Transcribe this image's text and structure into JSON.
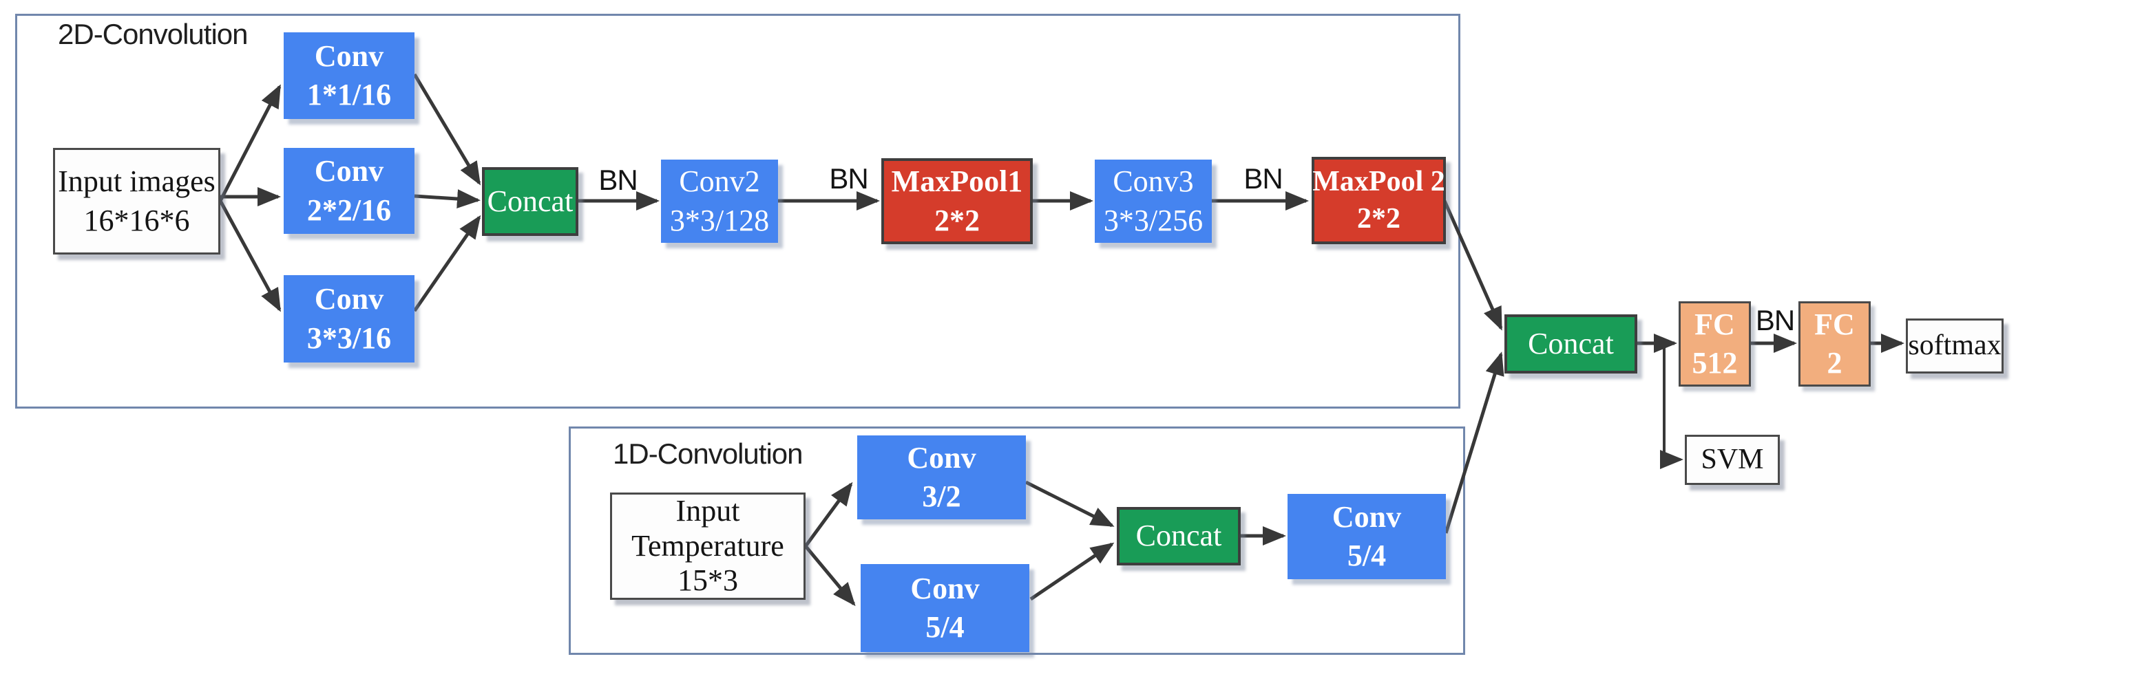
{
  "groups": {
    "conv2d": {
      "label": "2D-Convolution"
    },
    "conv1d": {
      "label": "1D-Convolution"
    }
  },
  "nodes": {
    "input_images": {
      "line1": "Input images",
      "line2": "16*16*6"
    },
    "conv_1x1": {
      "line1": "Conv",
      "line2": "1*1/16"
    },
    "conv_2x2": {
      "line1": "Conv",
      "line2": "2*2/16"
    },
    "conv_3x3": {
      "line1": "Conv",
      "line2": "3*3/16"
    },
    "concat_2d": {
      "label": "Concat"
    },
    "conv2": {
      "line1": "Conv2",
      "line2": "3*3/128"
    },
    "maxpool1": {
      "line1": "MaxPool1",
      "line2": "2*2"
    },
    "conv3": {
      "line1": "Conv3",
      "line2": "3*3/256"
    },
    "maxpool2": {
      "line1": "MaxPool 2",
      "line2": "2*2"
    },
    "concat_main": {
      "label": "Concat"
    },
    "fc512": {
      "line1": "FC",
      "line2": "512"
    },
    "fc2": {
      "line1": "FC",
      "line2": "2"
    },
    "softmax": {
      "label": "softmax"
    },
    "svm": {
      "label": "SVM"
    },
    "input_temperature": {
      "line1": "Input",
      "line2": "Temperature",
      "line3": "15*3"
    },
    "conv_3_2": {
      "line1": "Conv",
      "line2": "3/2"
    },
    "conv_5_4a": {
      "line1": "Conv",
      "line2": "5/4"
    },
    "concat_1d": {
      "label": "Concat"
    },
    "conv_5_4b": {
      "line1": "Conv",
      "line2": "5/4"
    }
  },
  "bn": {
    "bn1": "BN",
    "bn2": "BN",
    "bn3": "BN",
    "bn4": "BN"
  },
  "colors": {
    "conv_blue": "#4584f0",
    "concat_green": "#199c57",
    "maxpool_red": "#d53c2b",
    "fc_orange": "#f2ae7e",
    "group_border_blue": "#7187ac",
    "arrow_gray": "#383838"
  }
}
